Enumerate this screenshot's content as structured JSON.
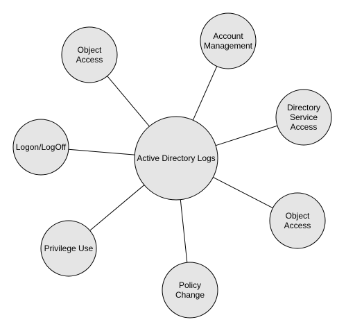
{
  "diagram": {
    "center": {
      "lines": [
        "Active Directory Logs"
      ]
    },
    "nodes": [
      {
        "id": "object-access-top",
        "lines": [
          "Object",
          "Access"
        ]
      },
      {
        "id": "account-management",
        "lines": [
          "Account",
          "Management"
        ]
      },
      {
        "id": "directory-service-access",
        "lines": [
          "Directory",
          "Service",
          "Access"
        ]
      },
      {
        "id": "logon-logoff",
        "lines": [
          "Logon/LogOff"
        ]
      },
      {
        "id": "object-access-right",
        "lines": [
          "Object",
          "Access"
        ]
      },
      {
        "id": "privilege-use",
        "lines": [
          "Privilege Use"
        ]
      },
      {
        "id": "policy-change",
        "lines": [
          "Policy",
          "Change"
        ]
      }
    ],
    "colors": {
      "node_fill": "#e5e5e5",
      "stroke": "#000000"
    }
  }
}
